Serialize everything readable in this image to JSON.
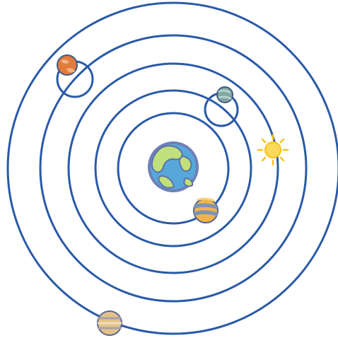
{
  "diagram": {
    "type": "geocentric-orbits",
    "orbit_color": "#2a5aa8",
    "center_body": "earth-icon",
    "orbit_count": 5,
    "bodies": [
      {
        "name": "venus-icon",
        "orbit": 1,
        "colors": [
          "#f2b34a",
          "#7a94b8",
          "#f7d78a"
        ]
      },
      {
        "name": "mercury-icon",
        "orbit": 2,
        "epicycle": true,
        "colors": [
          "#7fa7a0",
          "#b9d2cd"
        ]
      },
      {
        "name": "sun-icon",
        "orbit": 3,
        "colors": [
          "#f7c21a",
          "#fcd95a"
        ]
      },
      {
        "name": "mars-icon",
        "orbit": 4,
        "epicycle": true,
        "colors": [
          "#e37b3d",
          "#f3b487"
        ]
      },
      {
        "name": "jupiter-icon",
        "orbit": 5,
        "colors": [
          "#e3c389",
          "#a6a0a8",
          "#f1dfba"
        ]
      }
    ]
  }
}
